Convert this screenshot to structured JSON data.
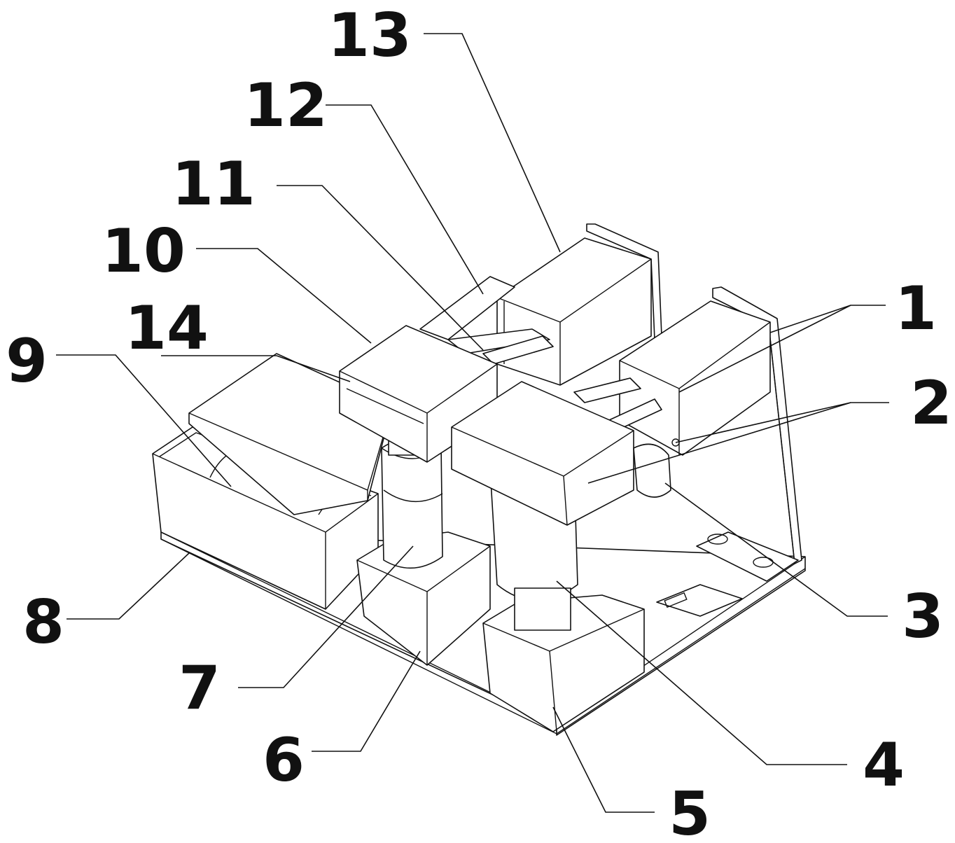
{
  "figure": {
    "callouts": [
      {
        "id": "c1",
        "label": "1"
      },
      {
        "id": "c2",
        "label": "2"
      },
      {
        "id": "c3",
        "label": "3"
      },
      {
        "id": "c4",
        "label": "4"
      },
      {
        "id": "c5",
        "label": "5"
      },
      {
        "id": "c6",
        "label": "6"
      },
      {
        "id": "c7",
        "label": "7"
      },
      {
        "id": "c8",
        "label": "8"
      },
      {
        "id": "c9",
        "label": "9"
      },
      {
        "id": "c10",
        "label": "10"
      },
      {
        "id": "c11",
        "label": "11"
      },
      {
        "id": "c12",
        "label": "12"
      },
      {
        "id": "c13",
        "label": "13"
      },
      {
        "id": "c14",
        "label": "14"
      }
    ]
  }
}
